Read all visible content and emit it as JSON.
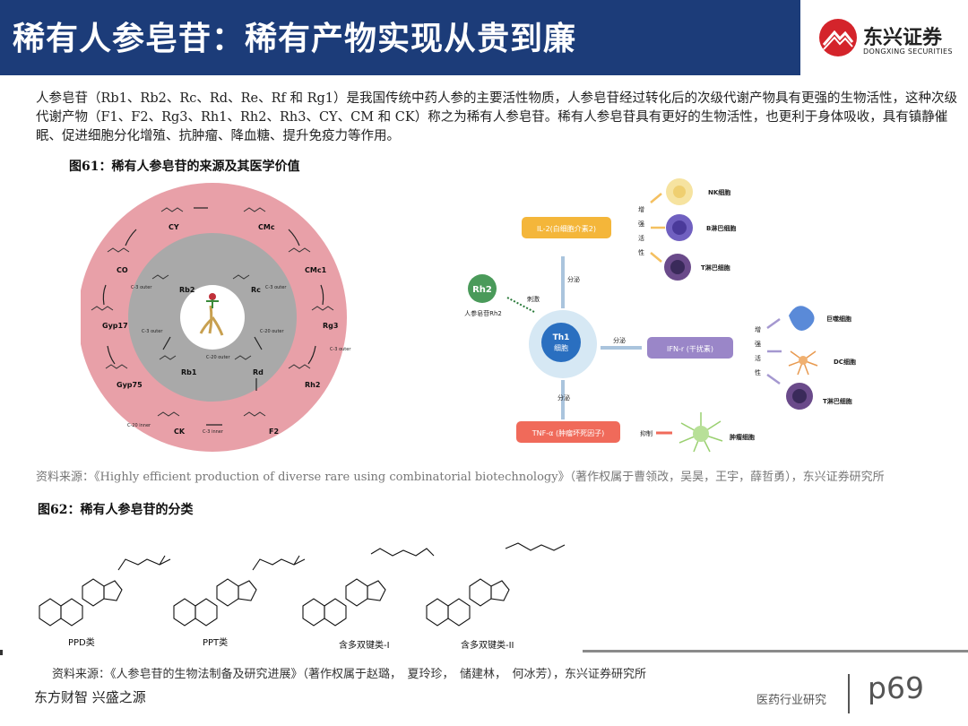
{
  "header": {
    "title": "稀有人参皂苷：稀有产物实现从贵到廉",
    "logo_name": "东兴证券",
    "logo_en": "DONGXING SECURITIES"
  },
  "intro_text": "人参皂苷（Rb1、Rb2、Rc、Rd、Re、Rf 和 Rg1）是我国传统中药人参的主要活性物质，人参皂苷经过转化后的次级代谢产物具有更强的生物活性，这种次级代谢产物（F1、F2、Rg3、Rh1、Rh2、Rh3、CY、CM 和 CK）称之为稀有人参皂苷。稀有人参皂苷具有更好的生物活性，也更利于身体吸收，具有镇静催眠、促进细胞分化增殖、抗肿瘤、降血糖、提升免疫力等作用。",
  "figure61": {
    "title": "图61：稀有人参皂苷的来源及其医学价值",
    "ring_labels": {
      "cy": "CY",
      "cmc": "CMc",
      "co": "CO",
      "cmc1": "CMc1",
      "gyp17": "Gyp17",
      "rg3": "Rg3",
      "gyp75": "Gyp75",
      "rh2": "Rh2",
      "ck": "CK",
      "f2": "F2",
      "rb2": "Rb2",
      "rc": "Rc",
      "rb1": "Rb1",
      "rd": "Rd"
    },
    "enzyme_labels": {
      "c3_outer_a": "C-3 outer",
      "c3_outer_b": "C-3 outer",
      "c20_outer": "C-20 outer",
      "c3_inner": "C-3 inner",
      "c20_inner": "C-20 inner",
      "c3_outer_c": "C-3 outer",
      "c20_outer_b": "C-20 outer",
      "c3_outer_d": "C-3 outer"
    },
    "immune": {
      "rh2_label": "Rh2",
      "rh2_caption": "人参皂苷Rh2",
      "stimulate": "刺激",
      "th1_line1": "Th1",
      "th1_line2": "细胞",
      "secrete_up": "分泌",
      "secrete_right": "分泌",
      "secrete_down": "分泌",
      "il2": "IL-2(白细胞介素2)",
      "ifn": "IFN-r (干扰素)",
      "tnf": "TNF-α (肿瘤坏死因子)",
      "enhance_chars": [
        "增",
        "强",
        "活",
        "性"
      ],
      "enhance_chars_2": [
        "增",
        "强",
        "活",
        "性"
      ],
      "inhibit": "抑制",
      "nk": "NK细胞",
      "b": "B淋巴细胞",
      "t1": "T淋巴细胞",
      "macro": "巨噬细胞",
      "dc": "DC细胞",
      "t2": "T淋巴细胞",
      "tumor": "肿瘤细胞"
    },
    "source": "资料来源：《Highly efficient production of diverse rare using combinatorial biotechnology》（著作权属于曹领改，吴昊，王宇，薛哲勇），东兴证券研究所"
  },
  "figure62": {
    "title": "图62：稀有人参皂苷的分类",
    "structures": [
      {
        "label": "PPD类"
      },
      {
        "label": "PPT类"
      },
      {
        "label": "含多双键类-I"
      },
      {
        "label": "含多双键类-II"
      }
    ],
    "source": "资料来源：《人参皂苷的生物法制备及研究进展》（著作权属于赵璐，　夏玲珍，　储建林，　何冰芳），东兴证券研究所"
  },
  "footer": {
    "slogan": "东方财智 兴盛之源",
    "category": "医药行业研究",
    "page": "p69"
  },
  "colors": {
    "title_bg": "#1c3c79",
    "ring_outer": "#e8a0a8",
    "ring_inner": "#a9a9a9",
    "il2_box": "#f4b63a",
    "ifn_box": "#9a86c8",
    "tnf_box": "#f06a5a",
    "logo_red": "#d4242b"
  }
}
